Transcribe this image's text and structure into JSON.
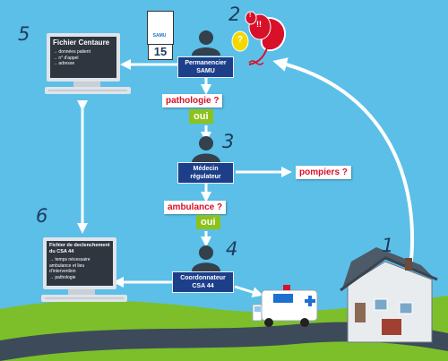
{
  "steps": {
    "s1": "1",
    "s2": "2",
    "s3": "3",
    "s4": "4",
    "s5": "5",
    "s6": "6"
  },
  "samu_card": {
    "label": "SAMU",
    "number": "15"
  },
  "roles": {
    "permanencier": "Permanencier SAMU",
    "medecin": "Médecin régulateur",
    "coordonnateur": "Coordonnateur CSA 44"
  },
  "questions": {
    "pathologie": "pathologie ?",
    "ambulance": "ambulance ?",
    "pompiers": "pompiers ?"
  },
  "answers": {
    "oui1": "oui",
    "oui2": "oui"
  },
  "screen_centaure": {
    "title": "Fichier Centaure",
    "lines": [
      "→ données patient",
      "→ n° d'appel",
      "→ adresse"
    ]
  },
  "screen_csa": {
    "title": "Fichier de declenchement du CSA 44",
    "lines": [
      "→ temps nécessaire ambulance et lieu d'intervention",
      "→ pathologie"
    ]
  },
  "bubbles": {
    "b1": "?",
    "b2": "!!",
    "b3": "!"
  },
  "colors": {
    "sky": "#5bbfe8",
    "grass": "#7cbf2a",
    "road": "#3d4a5a",
    "role_box": "#1d3f8a",
    "question_text": "#d8102a",
    "oui_bg": "#8cc21b",
    "phone": "#d8102a"
  },
  "icons": [
    "person-silhouette-icon",
    "computer-monitor-icon",
    "telephone-icon",
    "ambulance-icon",
    "house-icon",
    "samu-star-of-life-icon"
  ]
}
